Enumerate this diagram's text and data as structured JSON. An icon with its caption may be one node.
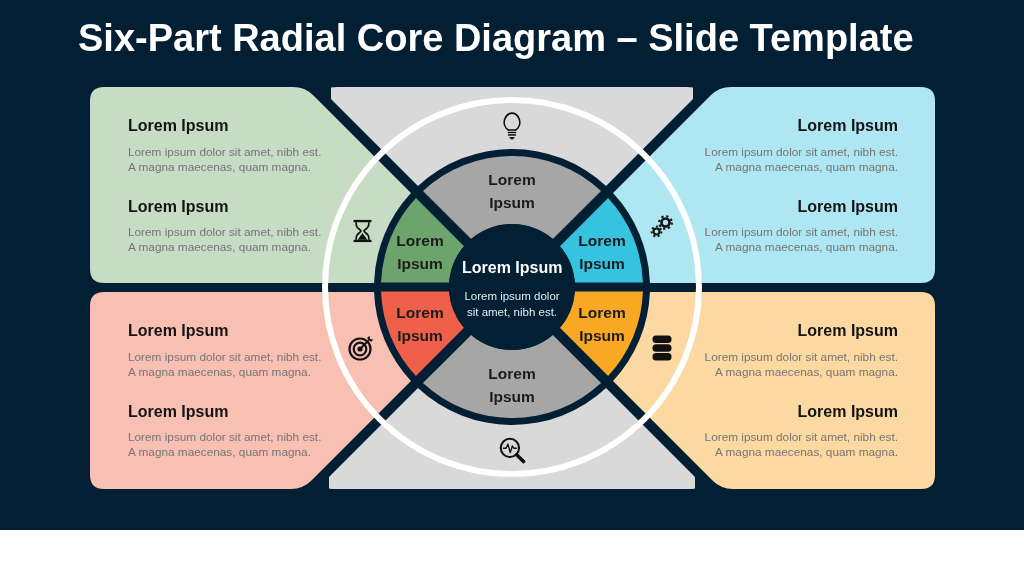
{
  "diagram": {
    "title": "Six-Part Radial Core Diagram – Slide Template",
    "nodes": [
      {
        "text": [
          "Lorem Ipsum",
          "Lorem ipsum dolor sit amet, nibh est. A magna maecenas, quam magna.",
          "Lorem Ipsum",
          "Lorem ipsum dolor sit amet, nibh est. A magna maecenas, quam magna."
        ]
      },
      {
        "text": [],
        "shape": "box"
      },
      {
        "text": [
          "Lorem Ipsum",
          "Lorem ipsum dolor sit amet, nibh est. A magna maecenas, quam magna.",
          "Lorem Ipsum",
          "Lorem ipsum dolor sit amet, nibh est. A magna maecenas, quam magna."
        ]
      },
      {
        "text": [
          "Lorem Ipsum",
          "Lorem ipsum dolor sit amet, nibh est. A magna maecenas, quam magna.",
          "Lorem Ipsum",
          "Lorem ipsum dolor sit amet, nibh est. A magna maecenas, quam magna."
        ]
      },
      {
        "text": [],
        "shape": "box"
      },
      {
        "text": [
          "Lorem Ipsum",
          "Lorem ipsum dolor sit amet, nibh est. A magna maecenas, quam magna.",
          "Lorem Ipsum",
          "Lorem ipsum dolor sit amet, nibh est. A magna maecenas, quam magna."
        ]
      },
      {
        "text": [
          "Lorem Ipsum"
        ]
      },
      {
        "text": [
          "Lorem Ipsum"
        ]
      },
      {
        "text": [
          "Lorem Ipsum"
        ]
      },
      {
        "text": [
          "Lorem Ipsum"
        ]
      },
      {
        "text": [
          "Lorem Ipsum"
        ]
      },
      {
        "text": [
          "Lorem Ipsum"
        ]
      },
      {
        "text": [
          "Lorem Ipsum",
          "Lorem ipsum dolor sit amet, nibh est."
        ]
      }
    ]
  }
}
